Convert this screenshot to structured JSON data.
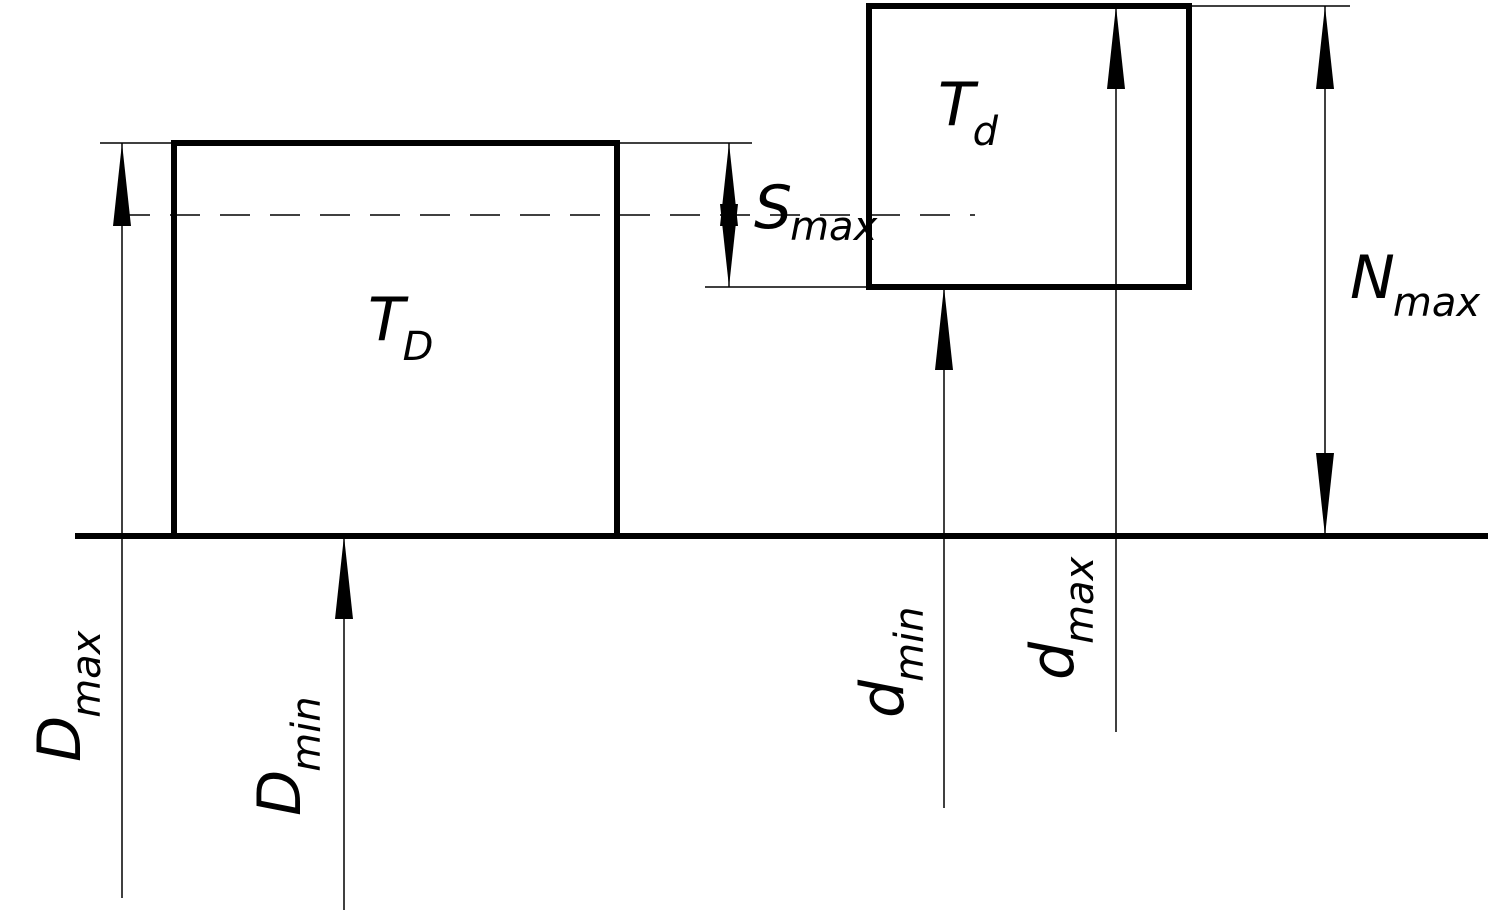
{
  "colors": {
    "ink": "#000000",
    "background": "#ffffff"
  },
  "labels": {
    "TD": {
      "main": "T",
      "sub": "D"
    },
    "Td": {
      "main": "T",
      "sub": "d"
    },
    "Smax": {
      "main": "S",
      "sub": "max"
    },
    "Nmax": {
      "main": "N",
      "sub": "max"
    },
    "Dmax": {
      "main": "D",
      "sub": "max"
    },
    "Dmin": {
      "main": "D",
      "sub": "min"
    },
    "dmin": {
      "main": "d",
      "sub": "min"
    },
    "dmax": {
      "main": "d",
      "sub": "max"
    }
  }
}
